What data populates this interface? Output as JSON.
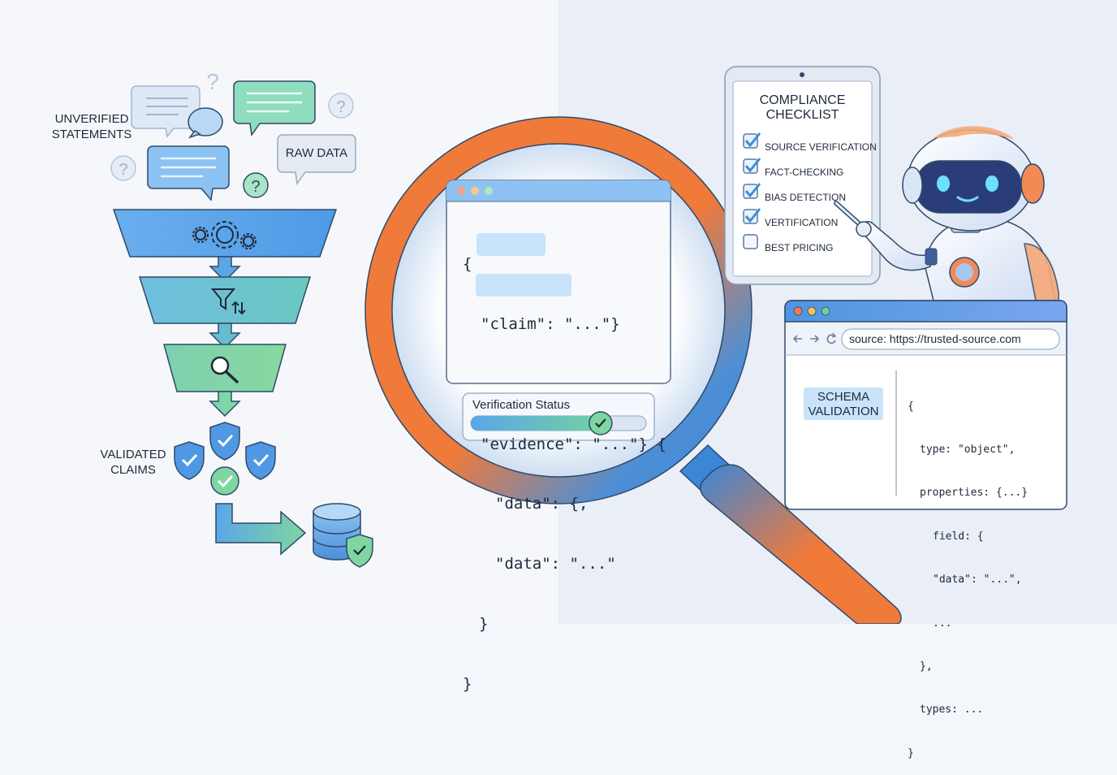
{
  "left": {
    "unverified_label_line1": "UNVERIFIED",
    "unverified_label_line2": "STATEMENTS",
    "raw_data_label": "RAW DATA",
    "validated_label_line1": "VALIDATED",
    "validated_label_line2": "CLAIMS"
  },
  "magnifier": {
    "code_lines": [
      "{",
      "\"claim\": \"...\"}",
      "\"evidence\": \"...\"} {",
      "\"data\": {,",
      "\"data\": \"...\"",
      "}",
      "}"
    ],
    "status_label": "Verification Status",
    "status_progress": 0.74
  },
  "checklist": {
    "title_line1": "COMPLIANCE",
    "title_line2": "CHECKLIST",
    "items": [
      {
        "label": "SOURCE VERIFICATION",
        "checked": true
      },
      {
        "label": "FACT-CHECKING",
        "checked": true
      },
      {
        "label": "BIAS DETECTION",
        "checked": true
      },
      {
        "label": "VERTIFICATION",
        "checked": true
      },
      {
        "label": "BEST PRICING",
        "checked": false
      }
    ]
  },
  "browser": {
    "url": "source: https://trusted-source.com",
    "schema_label_line1": "SCHEMA",
    "schema_label_line2": "VALIDATION",
    "code_lines": [
      "{",
      "type: \"object\",",
      "properties: {...}",
      "field: {",
      "\"data\": \"...\",",
      "...",
      "},",
      "types: ...",
      "}"
    ]
  },
  "colors": {
    "accent_orange": "#f07a3a",
    "accent_blue": "#3c86d8",
    "accent_green": "#6fcf97",
    "check_blue": "#3a8fd8",
    "text_dark": "#1e2a3a"
  }
}
